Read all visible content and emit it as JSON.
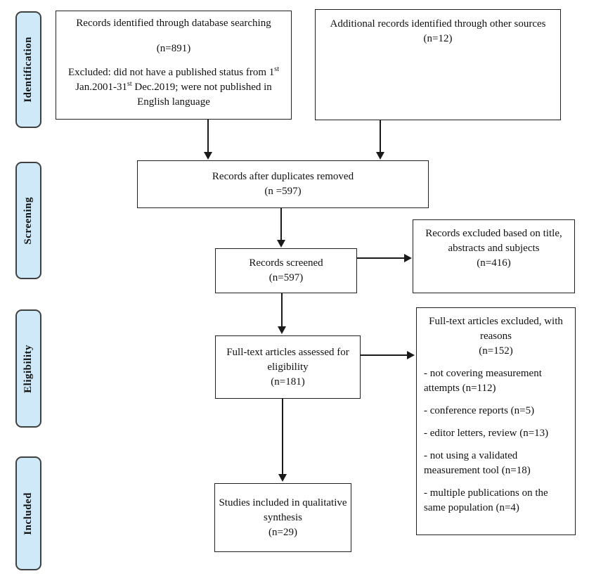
{
  "diagram": {
    "stages": [
      {
        "label": "Identification"
      },
      {
        "label": "Screening"
      },
      {
        "label": "Eligibility"
      },
      {
        "label": "Included"
      }
    ],
    "boxes": {
      "db_search": {
        "title": "Records identified through database searching",
        "count": "(n=891)",
        "excluded_p1": "Excluded: did not have a published status from 1",
        "excluded_sup1": "st",
        "excluded_p2": " Jan.2001-31",
        "excluded_sup2": "st",
        "excluded_p3": " Dec.2019; were not published in English language"
      },
      "other_sources": {
        "title": "Additional records identified through other sources",
        "count": "(n=12)"
      },
      "duplicates_removed": {
        "title": "Records after duplicates removed",
        "count": "(n =597)"
      },
      "screened": {
        "title": "Records screened",
        "count": "(n=597)"
      },
      "title_excluded": {
        "title": "Records excluded based on title, abstracts and subjects",
        "count": "(n=416)"
      },
      "fulltext_assessed": {
        "title": "Full-text articles assessed for eligibility",
        "count": "(n=181)"
      },
      "fulltext_excluded": {
        "title": "Full-text articles excluded, with reasons",
        "count": "(n=152)",
        "bullets": [
          "- not covering measurement attempts (n=112)",
          "- conference reports (n=5)",
          "- editor letters, review (n=13)",
          "- not using a validated measurement tool (n=18)",
          "- multiple publications on the same population (n=4)"
        ]
      },
      "included": {
        "title": "Studies included in qualitative synthesis",
        "count": "(n=29)"
      }
    },
    "colors": {
      "stage_fill": "#cfe9f9",
      "stage_border": "#404040",
      "box_border": "#1f1f1f",
      "arrow": "#1a1a1a",
      "background": "#ffffff"
    }
  }
}
